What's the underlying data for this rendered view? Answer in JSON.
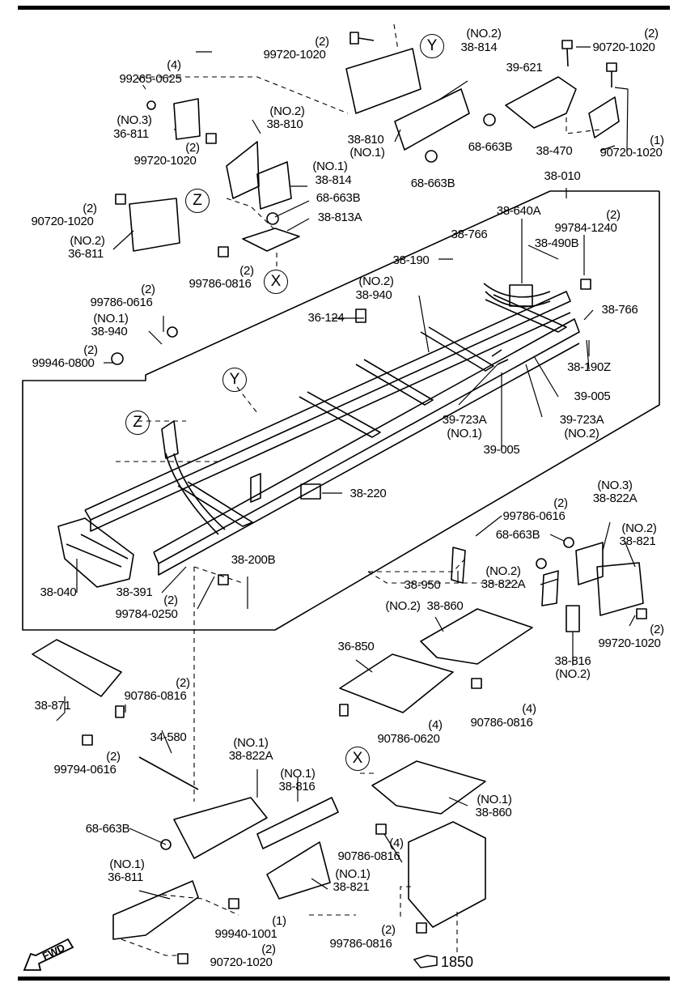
{
  "labels": {
    "p1": {
      "qty": "(2)",
      "code": "99720-1020"
    },
    "p2": {
      "qty": "(NO.2)",
      "code": "38-814"
    },
    "p3": {
      "qty": "(2)",
      "code": "90720-1020"
    },
    "p4": {
      "qty": "(4)",
      "code": "99265-0625"
    },
    "p5": {
      "code": "39-621"
    },
    "p6": {
      "qty": "(NO.3)",
      "code": "36-811"
    },
    "p7": {
      "qty": "(NO.2)",
      "code": "38-810"
    },
    "p8": {
      "qty": "(2)",
      "code": "99720-1020"
    },
    "p9": {
      "code": "38-810",
      "qty": "(NO.1)"
    },
    "p10": {
      "code": "68-663B"
    },
    "p11": {
      "code": "38-470"
    },
    "p12": {
      "qty": "(1)",
      "code": "90720-1020"
    },
    "p13": {
      "qty": "(NO.1)",
      "code": "38-814"
    },
    "p14": {
      "code": "68-663B"
    },
    "p15": {
      "code": "68-663B"
    },
    "p16": {
      "code": "38-010"
    },
    "p17": {
      "code": "38-813A"
    },
    "p18": {
      "qty": "(2)",
      "code": "90720-1020"
    },
    "p19": {
      "qty": "(NO.2)",
      "code": "36-811"
    },
    "p20": {
      "code": "38-640A"
    },
    "p21": {
      "qty": "(2)",
      "code": "99784-1240"
    },
    "p22": {
      "code": "38-766"
    },
    "p23": {
      "code": "38-490B"
    },
    "p24": {
      "code": "38-190"
    },
    "p25": {
      "qty": "(2)",
      "code": "99786-0816"
    },
    "p26": {
      "qty": "(NO.2)",
      "code": "38-940"
    },
    "p27": {
      "qty": "(2)",
      "code": "99786-0616"
    },
    "p28": {
      "code": "36-124"
    },
    "p29": {
      "code": "38-766"
    },
    "p30": {
      "qty": "(NO.1)",
      "code": "38-940"
    },
    "p31": {
      "qty": "(2)",
      "code": "99946-0800"
    },
    "p32": {
      "code": "38-190Z"
    },
    "p33": {
      "code": "39-005"
    },
    "p34": {
      "code": "39-723A",
      "qty": "(NO.1)"
    },
    "p35": {
      "code": "39-723A",
      "qty": "(NO.2)"
    },
    "p36": {
      "code": "39-005"
    },
    "p37": {
      "code": "38-220"
    },
    "p38": {
      "qty": "(2)",
      "code": "99786-0616"
    },
    "p39": {
      "qty": "(NO.3)",
      "code": "38-822A"
    },
    "p40": {
      "code": "68-663B"
    },
    "p41": {
      "qty": "(NO.2)",
      "code": "38-821"
    },
    "p42": {
      "code": "38-040"
    },
    "p43": {
      "code": "38-391"
    },
    "p44": {
      "code": "38-200B"
    },
    "p45": {
      "qty": "(2)",
      "code": "99784-0250"
    },
    "p46": {
      "code": "38-950"
    },
    "p47": {
      "qty": "(NO.2)",
      "code": "38-822A"
    },
    "p48": {
      "qty": "(NO.2)",
      "code": "38-860"
    },
    "p49": {
      "code": "36-850"
    },
    "p50": {
      "qty": "(2)",
      "code": "99720-1020"
    },
    "p51": {
      "code": "38-816",
      "qty": "(NO.2)"
    },
    "p52": {
      "code": "38-871"
    },
    "p53": {
      "qty": "(2)",
      "code": "90786-0816"
    },
    "p54": {
      "qty": "(4)",
      "code": "90786-0816"
    },
    "p55": {
      "qty": "(4)",
      "code": "90786-0620"
    },
    "p56": {
      "qty": "(2)",
      "code": "99794-0616"
    },
    "p57": {
      "code": "34-580"
    },
    "p58": {
      "qty": "(NO.1)",
      "code": "38-822A"
    },
    "p59": {
      "qty": "(NO.1)",
      "code": "38-816"
    },
    "p60": {
      "qty": "(NO.1)",
      "code": "38-860"
    },
    "p61": {
      "code": "68-663B"
    },
    "p62": {
      "qty": "(4)",
      "code": "90786-0816"
    },
    "p63": {
      "qty": "(NO.1)",
      "code": "36-811"
    },
    "p64": {
      "qty": "(NO.1)",
      "code": "38-821"
    },
    "p65": {
      "code": "99940-1001",
      "qty": "(1)"
    },
    "p66": {
      "qty": "(2)",
      "code": "99786-0816"
    },
    "p67": {
      "qty": "(2)",
      "code": "90720-1020"
    }
  },
  "callouts": {
    "y_top": "Y",
    "z_top": "Z",
    "x_top": "X",
    "y_frame": "Y",
    "z_frame": "Z",
    "x_bottom": "X"
  },
  "reference": {
    "page": "1850"
  },
  "fwd_arrow": {
    "text": "FWD"
  }
}
